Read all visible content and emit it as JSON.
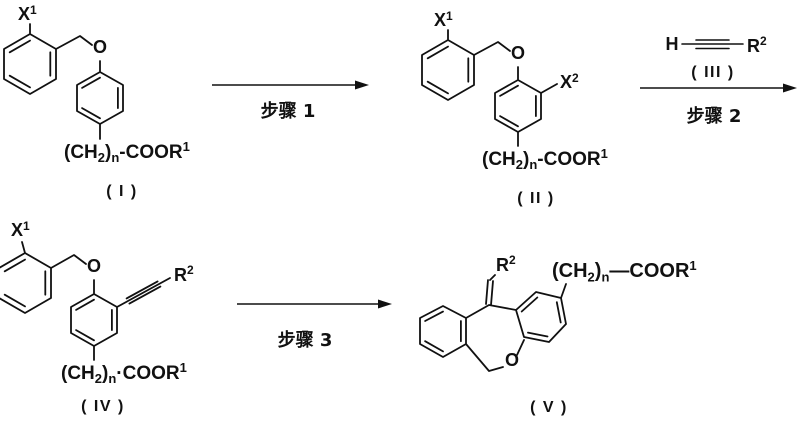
{
  "palette": {
    "ink": "#111111",
    "bg": "#ffffff"
  },
  "atoms": {
    "x": "X",
    "r": "R",
    "o": "O",
    "h": "H"
  },
  "scripts": {
    "one": "1",
    "two": "2",
    "n": "n"
  },
  "chain": {
    "open": "(CH",
    "sub2": "2",
    "close": ")",
    "subn": "n",
    "ester_hyphen": "-COOR",
    "ester_dot": "·COOR",
    "ester_dash": "—COOR",
    "sup1": "1"
  },
  "labels": {
    "i": "( I )",
    "ii": "( II )",
    "iii": "( III )",
    "iv": "( IV )",
    "v": "( V )"
  },
  "steps": {
    "step1": "步骤 1",
    "step2": "步骤 2",
    "step3": "步骤 3"
  }
}
